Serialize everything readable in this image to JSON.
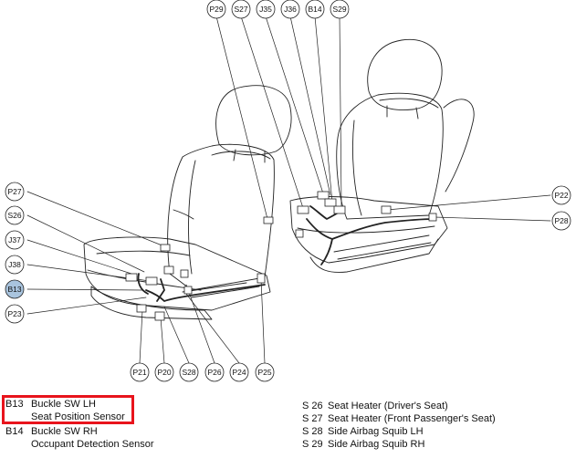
{
  "connectors": {
    "P29": "P29",
    "S27": "S27",
    "J35": "J35",
    "J36": "J36",
    "B14": "B14",
    "S29": "S29",
    "P27": "P27",
    "S26": "S26",
    "J37": "J37",
    "J38": "J38",
    "B13": "B13",
    "P23": "P23",
    "P22": "P22",
    "P28": "P28",
    "P21": "P21",
    "P20": "P20",
    "S28": "S28",
    "P26": "P26",
    "P24": "P24",
    "P25": "P25"
  },
  "legend": {
    "left": [
      {
        "code": "B13",
        "lines": [
          "Buckle SW LH",
          "Seat Position Sensor"
        ]
      },
      {
        "code": "B14",
        "lines": [
          "Buckle SW RH",
          "Occupant Detection Sensor"
        ]
      }
    ],
    "right": [
      {
        "code": "S 26",
        "name": "Seat Heater (Driver's Seat)"
      },
      {
        "code": "S 27",
        "name": "Seat Heater (Front Passenger's Seat)"
      },
      {
        "code": "S 28",
        "name": "Side Airbag Squib LH"
      },
      {
        "code": "S 29",
        "name": "Side Airbag Squib RH"
      }
    ]
  },
  "colors": {
    "highlight": "#e8141c",
    "selected_connector": "#a9c4de"
  }
}
